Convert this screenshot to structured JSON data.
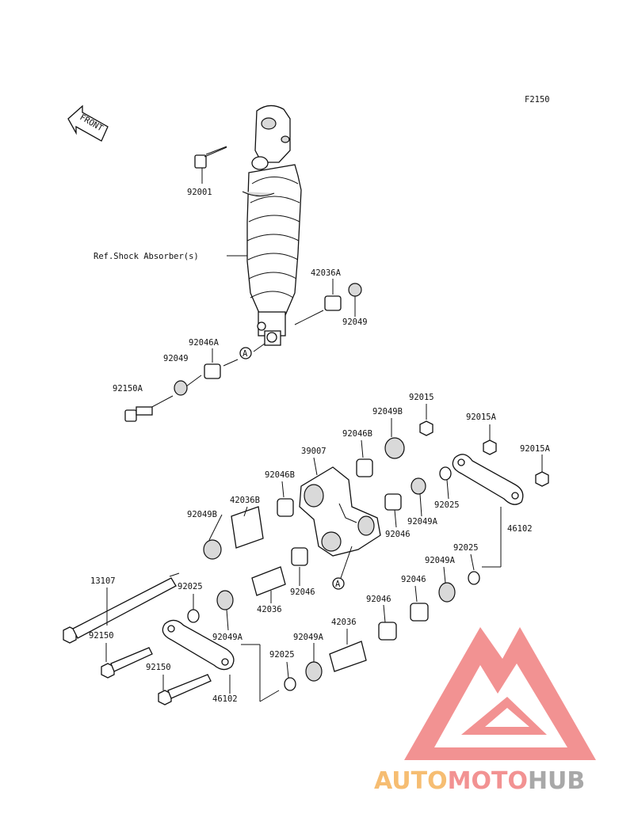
{
  "diagram": {
    "code": "F2150",
    "front_label": "FRONT",
    "ref_label": "Ref.Shock Absorber(s)",
    "callout_letter": "A",
    "labels": {
      "p92001": "92001",
      "p42036A": "42036A",
      "p92049_top": "92049",
      "p92046A": "92046A",
      "p92049_left": "92049",
      "p92150A": "92150A",
      "p92015": "92015",
      "p92049B_top": "92049B",
      "p92015A_1": "92015A",
      "p92015A_2": "92015A",
      "p92046B_1": "92046B",
      "p39007": "39007",
      "p92046B_2": "92046B",
      "p42036B": "42036B",
      "p92049B_left": "92049B",
      "p92025_1": "92025",
      "p92049A_1": "92049A",
      "p92046_1": "92046",
      "p46102_right": "46102",
      "p92025_2": "92025",
      "p92049A_2": "92049A",
      "p13107": "13107",
      "p92025_3": "92025",
      "p92046_2": "92046",
      "p42036": "42036",
      "p92046_3": "92046",
      "p92046_4": "92046",
      "p42036_2": "42036",
      "p92049A_3": "92049A",
      "p92049A_4": "92049A",
      "p92150_1": "92150",
      "p92025_4": "92025",
      "p92150_2": "92150",
      "p46102_left": "46102"
    }
  },
  "watermark": {
    "text_part1": "AUTO",
    "text_part2": "MOTO",
    "text_part3": "HUB",
    "color_orange": "#f5b25a",
    "color_red": "#f08080",
    "color_gray": "#9a9a9a"
  }
}
